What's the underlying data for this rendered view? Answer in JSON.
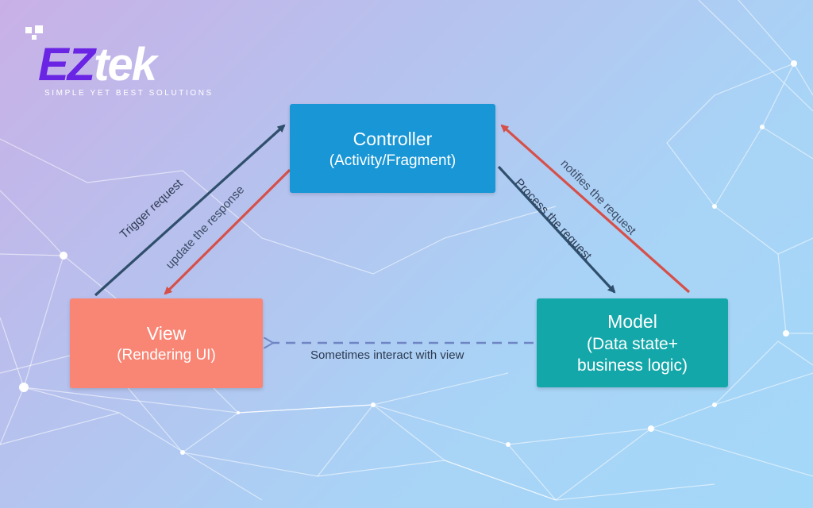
{
  "brand": {
    "logo_ez": "EZ",
    "logo_tek": "tek",
    "tagline": "SIMPLE YET BEST SOLUTIONS"
  },
  "diagram": {
    "controller": {
      "title": "Controller",
      "subtitle": "(Activity/Fragment)"
    },
    "view": {
      "title": "View",
      "subtitle": "(Rendering UI)"
    },
    "model": {
      "title": "Model",
      "subtitle_1": "(Data state+",
      "subtitle_2": "business logic)"
    },
    "edges": {
      "trigger": "Trigger request",
      "update": "update the response",
      "process": "Process the request",
      "notifies": "notifies the request",
      "sometimes": "Sometimes interact with view"
    }
  },
  "colors": {
    "controller": "#1896d6",
    "view": "#f98574",
    "model": "#14a7a9",
    "arrow_dark": "#2f4f6c",
    "arrow_red": "#d6504a",
    "brand_purple": "#6a24e3"
  }
}
